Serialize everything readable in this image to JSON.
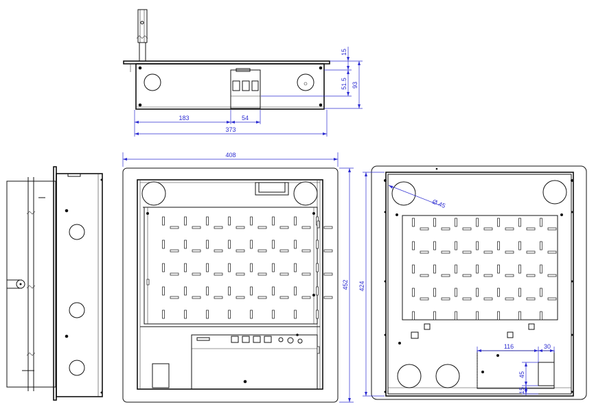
{
  "colors": {
    "line": "#111111",
    "dimension": "#2b2bd1",
    "background": "#ffffff"
  },
  "top_view": {
    "dims": {
      "width_total": "373",
      "offset_left": "183",
      "box_width": "54",
      "height_total": "93",
      "flange": "15",
      "inner_height": "51.5"
    }
  },
  "front_view": {
    "dims": {
      "width": "408",
      "height": "452"
    }
  },
  "rear_view": {
    "dims": {
      "height": "424",
      "hole_diameter": "Ø 45",
      "panel_width": "116",
      "tab_width": "30",
      "panel_height": "45",
      "bottom_offset": "15"
    }
  }
}
